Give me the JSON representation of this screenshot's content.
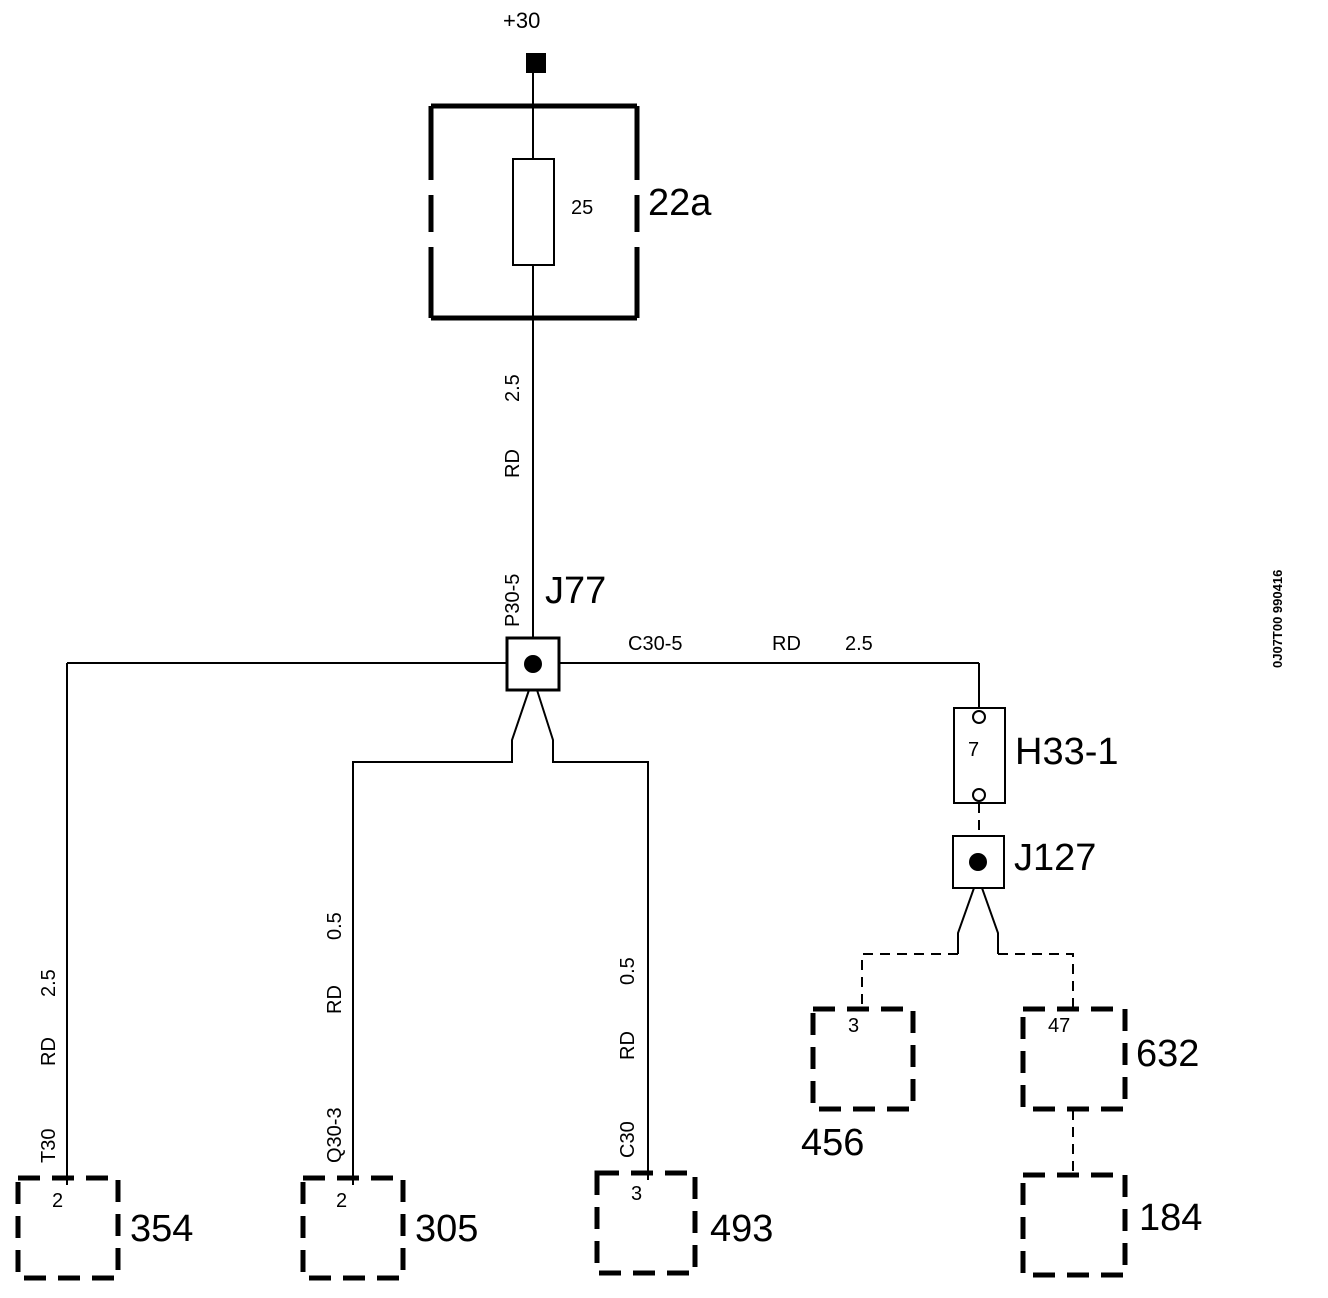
{
  "supply": {
    "label": "+30"
  },
  "fuse": {
    "ref": "22a",
    "rating": "25"
  },
  "main_wire": {
    "gauge": "2.5",
    "color": "RD"
  },
  "junction_j77": {
    "ref": "J77",
    "pin": "P30-5"
  },
  "branch_right": {
    "wire_id": "C30-5",
    "color": "RD",
    "gauge": "2.5"
  },
  "connector_h33": {
    "ref": "H33-1",
    "pin": "7"
  },
  "junction_j127": {
    "ref": "J127"
  },
  "branch_left": {
    "gauge": "2.5",
    "color": "RD",
    "pin_name": "T30",
    "pin": "2",
    "component": "354"
  },
  "branch_mid": {
    "gauge": "0.5",
    "color": "RD",
    "pin_name": "Q30-3",
    "pin": "2",
    "component": "305"
  },
  "branch_center": {
    "gauge": "0.5",
    "color": "RD",
    "pin_name": "C30",
    "pin": "3",
    "component": "493"
  },
  "comp_456": {
    "pin": "3",
    "component": "456"
  },
  "comp_632": {
    "pin": "47",
    "component": "632"
  },
  "comp_184": {
    "component": "184"
  },
  "doc_id": "0J07T00 990416"
}
